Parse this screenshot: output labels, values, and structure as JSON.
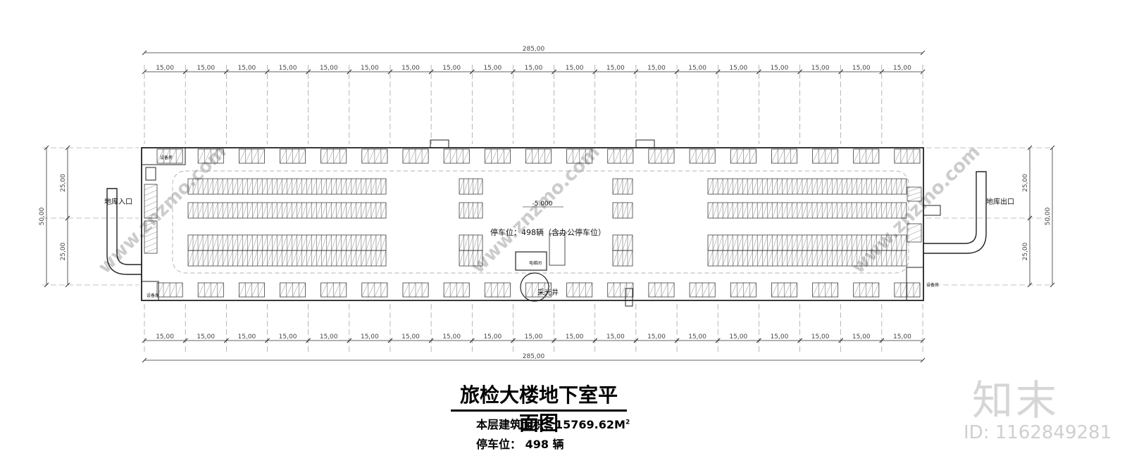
{
  "dims": {
    "total": "285,00",
    "bay": "15,00",
    "bay_count": 19,
    "side_bay": "25,00",
    "side_total": "50,00"
  },
  "labels": {
    "entrance": "地库入口",
    "exit": "地库出口",
    "equip_room": "设备房",
    "elevator_room": "电梯间",
    "skylight": "采光井",
    "level": "-5.000",
    "parking_note": "停车位：498辆（含办公停车位）"
  },
  "title": "旅检大楼地下室平面图",
  "stats": {
    "area_label": "本层建筑面积：15769.62M",
    "area_sup": "2",
    "parking_label": "停车位：  498 辆"
  },
  "watermark": {
    "text": "www.znzmo.com",
    "brand": "知末",
    "id": "ID: 1162849281"
  },
  "colors": {
    "line": "#222222",
    "dim": "#333333",
    "dash": "#888888",
    "wm": "#cccccc"
  }
}
